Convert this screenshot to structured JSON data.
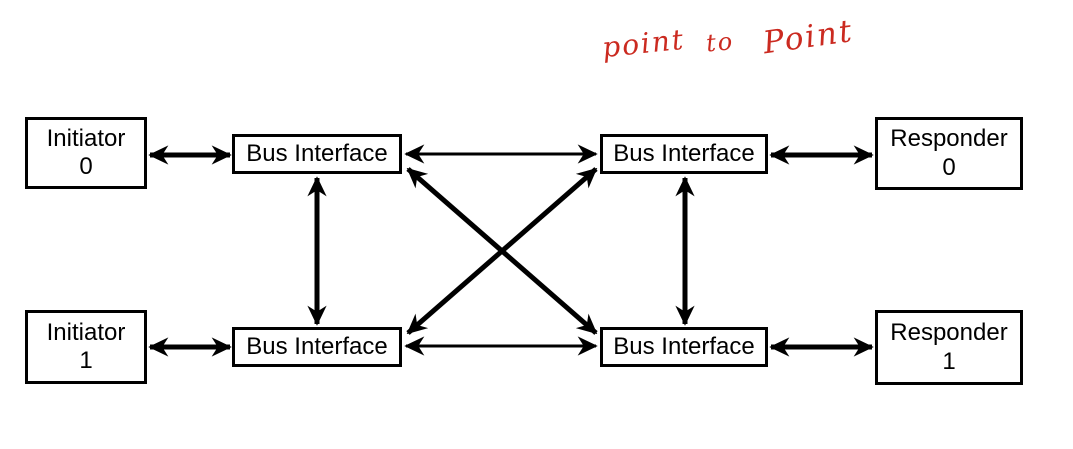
{
  "annotation": {
    "words": [
      "point",
      "to",
      "Point"
    ],
    "full_text": "point to Point",
    "color": "#cb2a20"
  },
  "nodes": {
    "initiator0": {
      "line1": "Initiator",
      "line2": "0"
    },
    "initiator1": {
      "line1": "Initiator",
      "line2": "1"
    },
    "bus_tl": {
      "label": "Bus Interface"
    },
    "bus_tr": {
      "label": "Bus Interface"
    },
    "bus_bl": {
      "label": "Bus Interface"
    },
    "bus_br": {
      "label": "Bus Interface"
    },
    "responder0": {
      "line1": "Responder",
      "line2": "0"
    },
    "responder1": {
      "line1": "Responder",
      "line2": "1"
    }
  },
  "edges": [
    {
      "from": "initiator0",
      "to": "bus_tl",
      "type": "bidirectional"
    },
    {
      "from": "bus_tl",
      "to": "bus_tr",
      "type": "bidirectional"
    },
    {
      "from": "bus_tr",
      "to": "responder0",
      "type": "bidirectional"
    },
    {
      "from": "initiator1",
      "to": "bus_bl",
      "type": "bidirectional"
    },
    {
      "from": "bus_bl",
      "to": "bus_br",
      "type": "bidirectional"
    },
    {
      "from": "bus_br",
      "to": "responder1",
      "type": "bidirectional"
    },
    {
      "from": "bus_tl",
      "to": "bus_bl",
      "type": "bidirectional"
    },
    {
      "from": "bus_tr",
      "to": "bus_br",
      "type": "bidirectional"
    },
    {
      "from": "bus_tl",
      "to": "bus_br",
      "type": "bidirectional"
    },
    {
      "from": "bus_bl",
      "to": "bus_tr",
      "type": "bidirectional"
    }
  ],
  "colors": {
    "background": "#ffffff",
    "box_fill": "#ffffff",
    "box_border": "#000000",
    "arrow": "#000000"
  }
}
